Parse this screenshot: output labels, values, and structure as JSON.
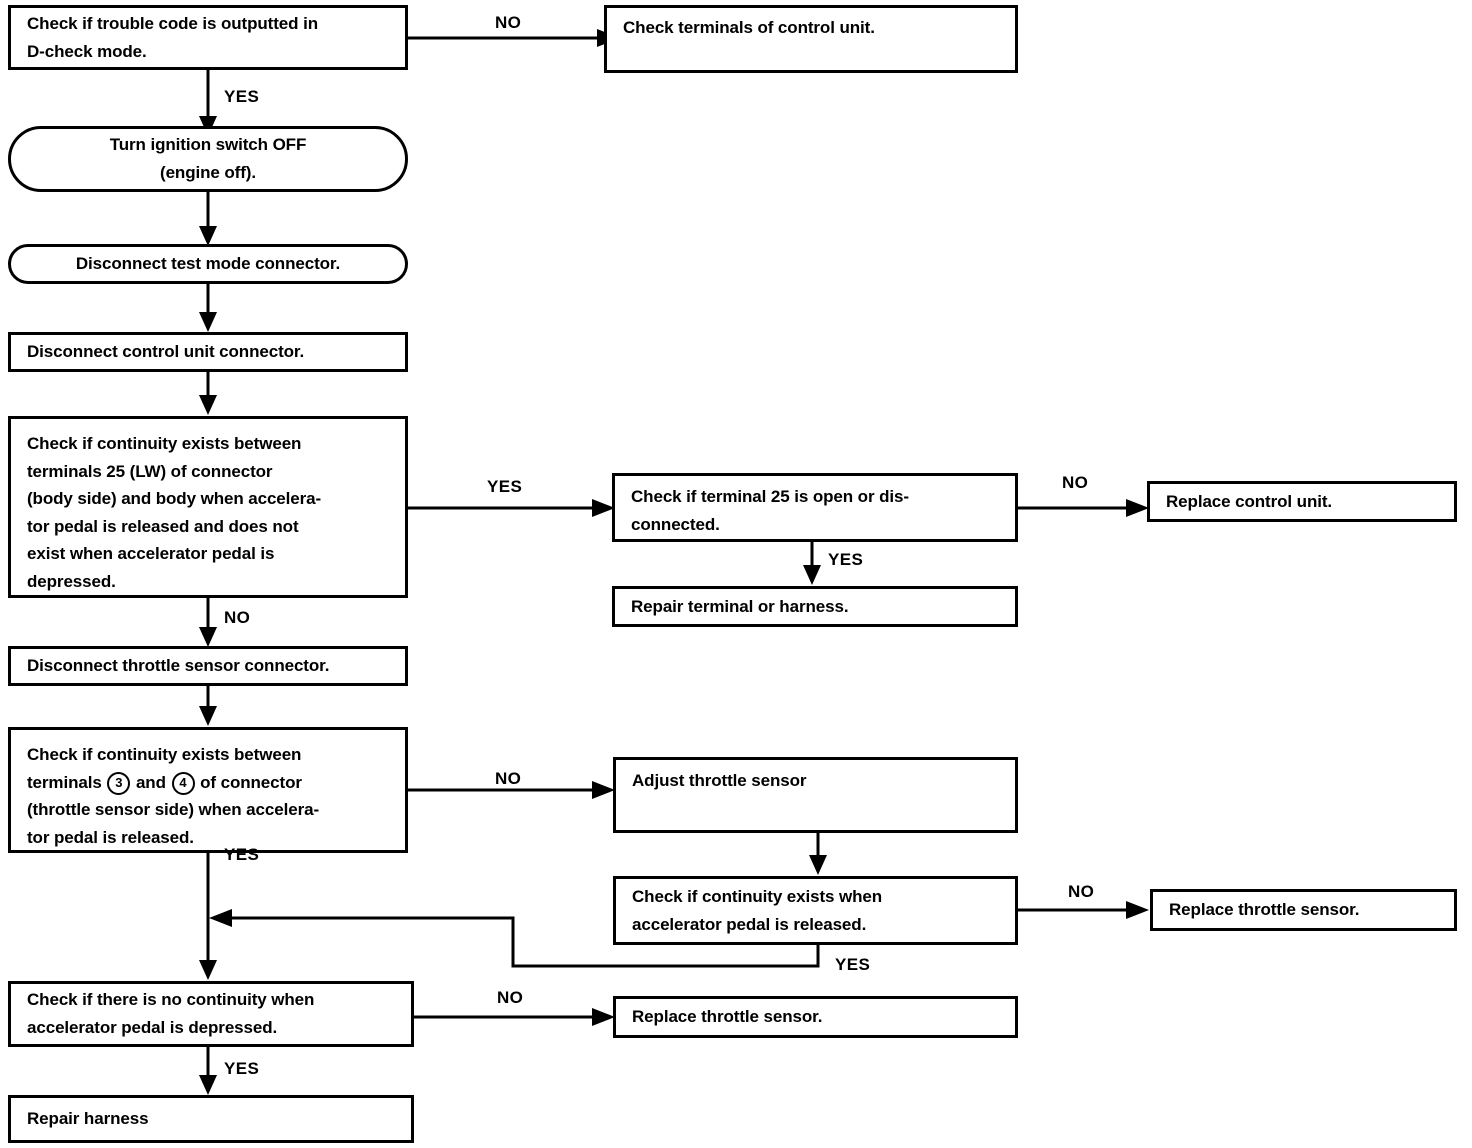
{
  "diagram": {
    "title": "Throttle sensor / control unit continuity diagnostic flowchart",
    "line_color": "#000000",
    "background_color": "#ffffff",
    "nodes": [
      {
        "id": "n1",
        "name": "check-trouble-code",
        "shape": "rect",
        "text": "Check if trouble code is outputted in\nD-check mode."
      },
      {
        "id": "n2",
        "name": "check-terminals-control-unit",
        "shape": "rect",
        "text": "Check terminals of control unit."
      },
      {
        "id": "n3",
        "name": "turn-ignition-switch-off",
        "shape": "stadium",
        "text": "Turn ignition switch OFF\n(engine off)."
      },
      {
        "id": "n4",
        "name": "disconnect-test-mode-connector",
        "shape": "stadium",
        "text": "Disconnect test mode connector."
      },
      {
        "id": "n5",
        "name": "disconnect-control-unit-connector",
        "shape": "rect",
        "text": "Disconnect control unit connector."
      },
      {
        "id": "n6",
        "name": "check-continuity-terminal-25",
        "shape": "rect",
        "text": "Check if continuity exists between\nterminals 25 (LW) of connector\n(body side) and body when accelera-\ntor pedal is released and does not\nexist when accelerator pedal is\ndepressed."
      },
      {
        "id": "n7",
        "name": "check-terminal-25-open",
        "shape": "rect",
        "text": "Check if terminal 25 is open or dis-\nconnected."
      },
      {
        "id": "n8",
        "name": "replace-control-unit",
        "shape": "rect",
        "text": "Replace control unit."
      },
      {
        "id": "n9",
        "name": "repair-terminal-or-harness",
        "shape": "rect",
        "text": "Repair terminal or harness."
      },
      {
        "id": "n10",
        "name": "disconnect-throttle-sensor-connector",
        "shape": "rect",
        "text": "Disconnect throttle sensor connector."
      },
      {
        "id": "n11",
        "name": "check-continuity-terminals-3-4",
        "shape": "rect",
        "text_parts": {
          "line1": "Check if continuity exists between",
          "line2_a": "terminals",
          "terminal_a": "3",
          "line2_b": "and",
          "terminal_b": "4",
          "line2_c": "of connector",
          "line3": "(throttle sensor side) when accelera-",
          "line4": "tor pedal is released."
        },
        "text": "Check if continuity exists between terminals 3 and 4 of connector (throttle sensor side) when accelerator pedal is released."
      },
      {
        "id": "n12",
        "name": "adjust-throttle-sensor",
        "shape": "rect",
        "text": "Adjust throttle sensor"
      },
      {
        "id": "n13",
        "name": "check-continuity-pedal-released",
        "shape": "rect",
        "text": "Check if continuity exists when\naccelerator pedal is released."
      },
      {
        "id": "n14",
        "name": "replace-throttle-sensor-upper",
        "shape": "rect",
        "text": "Replace throttle sensor."
      },
      {
        "id": "n15",
        "name": "check-no-continuity-pedal-depressed",
        "shape": "rect",
        "text": "Check if there is no continuity when\naccelerator pedal is depressed."
      },
      {
        "id": "n16",
        "name": "replace-throttle-sensor-lower",
        "shape": "rect",
        "text": "Replace throttle sensor."
      },
      {
        "id": "n17",
        "name": "repair-harness",
        "shape": "rect",
        "text": "Repair  harness"
      }
    ],
    "edge_labels": [
      {
        "id": "e1",
        "name": "edge-label-no-trouble-code",
        "text": "NO"
      },
      {
        "id": "e2",
        "name": "edge-label-yes-trouble-code",
        "text": "YES"
      },
      {
        "id": "e3",
        "name": "edge-label-yes-terminal-25",
        "text": "YES"
      },
      {
        "id": "e4",
        "name": "edge-label-no-terminal-25-open",
        "text": "NO"
      },
      {
        "id": "e5",
        "name": "edge-label-yes-terminal-25-open",
        "text": "YES"
      },
      {
        "id": "e6",
        "name": "edge-label-no-continuity-25",
        "text": "NO"
      },
      {
        "id": "e7",
        "name": "edge-label-no-terminals-3-4",
        "text": "NO"
      },
      {
        "id": "e8",
        "name": "edge-label-yes-terminals-3-4",
        "text": "YES"
      },
      {
        "id": "e9",
        "name": "edge-label-no-continuity-released",
        "text": "NO"
      },
      {
        "id": "e10",
        "name": "edge-label-yes-continuity-released",
        "text": "YES"
      },
      {
        "id": "e11",
        "name": "edge-label-no-depressed",
        "text": "NO"
      },
      {
        "id": "e12",
        "name": "edge-label-yes-depressed",
        "text": "YES"
      }
    ]
  }
}
